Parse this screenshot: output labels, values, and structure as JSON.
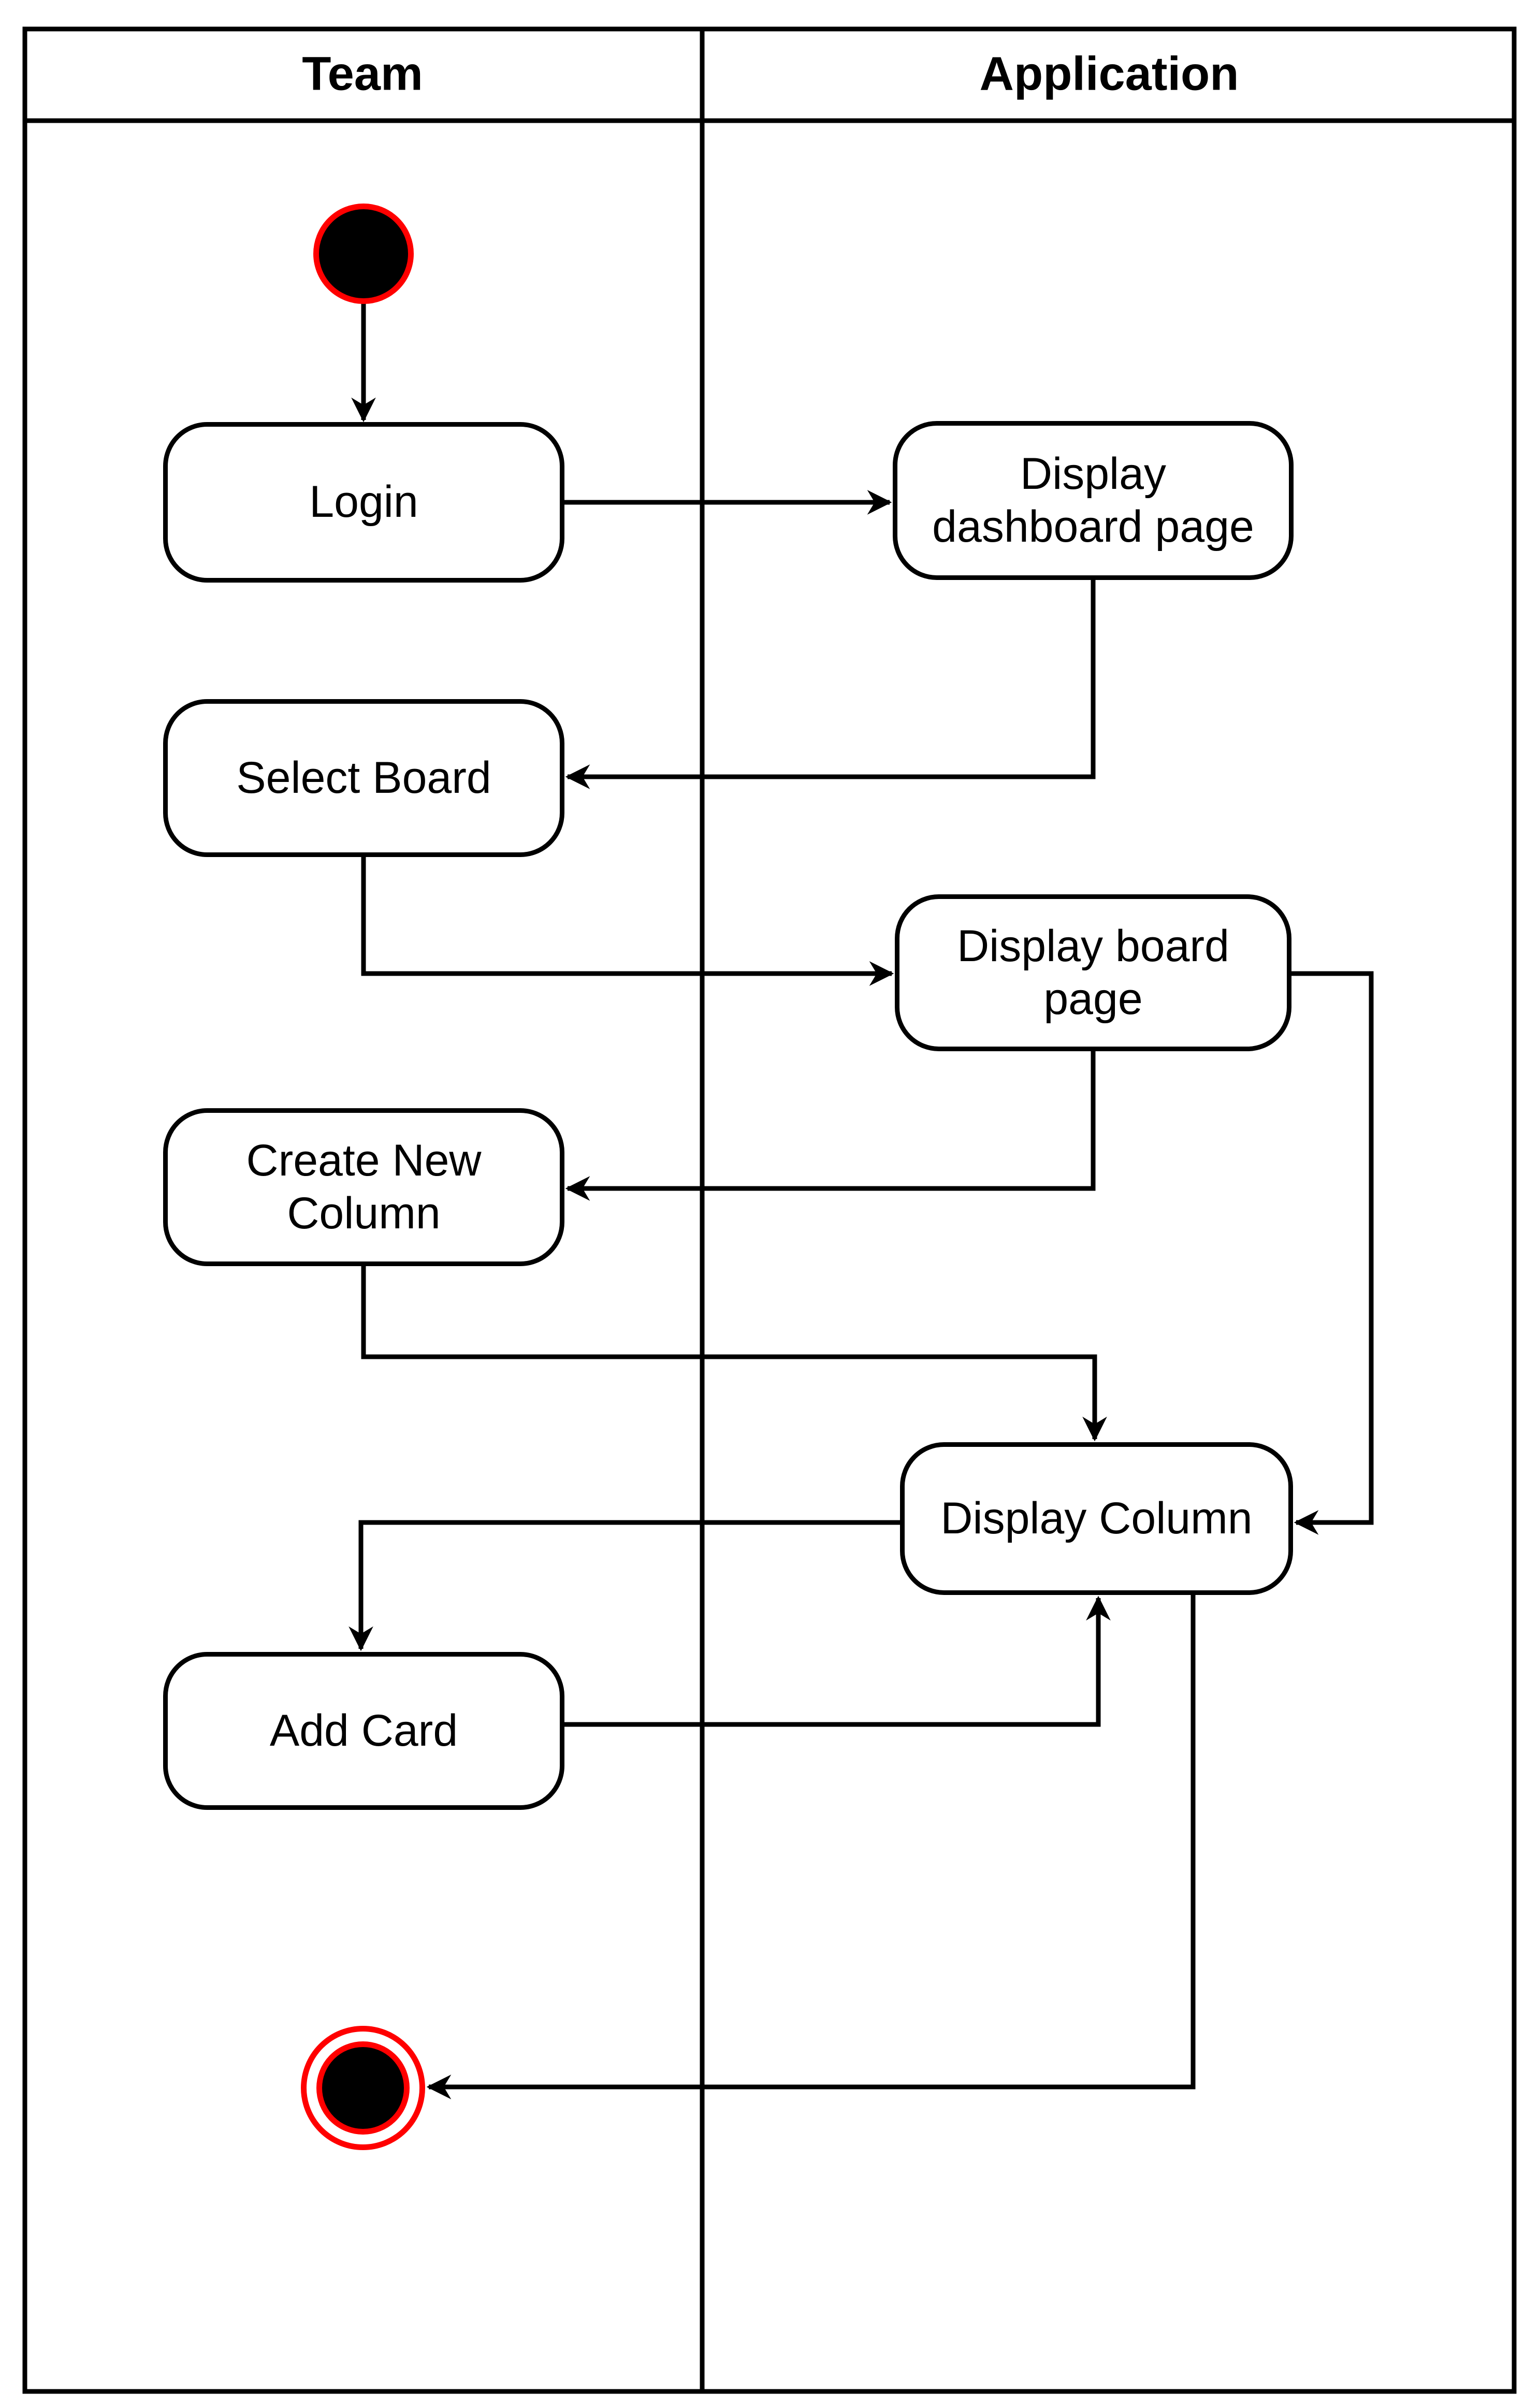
{
  "diagram": {
    "type": "uml-activity-swimlane-diagram",
    "colors": {
      "stroke": "#000000",
      "node_fill": "#ffffff",
      "accent_red": "#ff0000",
      "background": "#ffffff"
    },
    "lanes": [
      {
        "id": "team",
        "label": "Team"
      },
      {
        "id": "application",
        "label": "Application"
      }
    ],
    "nodes": [
      {
        "id": "start",
        "type": "initial-node",
        "lane": "team",
        "label": ""
      },
      {
        "id": "login",
        "type": "action",
        "lane": "team",
        "label": "Login"
      },
      {
        "id": "display-dashboard-page",
        "type": "action",
        "lane": "application",
        "label": "Display\ndashboard page"
      },
      {
        "id": "select-board",
        "type": "action",
        "lane": "team",
        "label": "Select Board"
      },
      {
        "id": "display-board-page",
        "type": "action",
        "lane": "application",
        "label": "Display board\npage"
      },
      {
        "id": "create-new-column",
        "type": "action",
        "lane": "team",
        "label": "Create New\nColumn"
      },
      {
        "id": "display-column",
        "type": "action",
        "lane": "application",
        "label": "Display Column"
      },
      {
        "id": "add-card",
        "type": "action",
        "lane": "team",
        "label": "Add Card"
      },
      {
        "id": "end",
        "type": "activity-final-node",
        "lane": "team",
        "label": ""
      }
    ],
    "edges": [
      {
        "from": "start",
        "to": "login"
      },
      {
        "from": "login",
        "to": "display-dashboard-page"
      },
      {
        "from": "display-dashboard-page",
        "to": "select-board"
      },
      {
        "from": "select-board",
        "to": "display-board-page"
      },
      {
        "from": "display-board-page",
        "to": "create-new-column"
      },
      {
        "from": "create-new-column",
        "to": "display-column"
      },
      {
        "from": "display-board-page",
        "to": "display-column"
      },
      {
        "from": "display-column",
        "to": "add-card"
      },
      {
        "from": "add-card",
        "to": "display-column"
      },
      {
        "from": "display-column",
        "to": "end"
      }
    ]
  }
}
